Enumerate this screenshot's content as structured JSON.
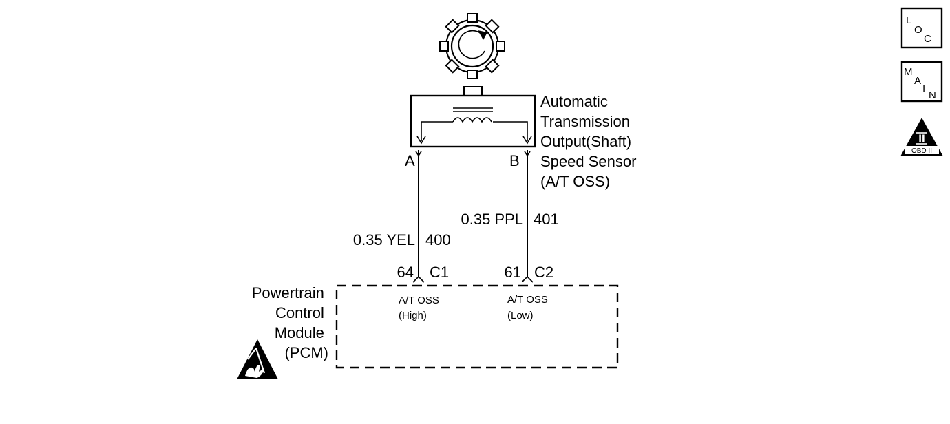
{
  "sensor": {
    "name_lines": [
      "Automatic",
      "Transmission",
      "Output(Shaft)",
      "Speed Sensor",
      "(A/T OSS)"
    ],
    "terminal_a": "A",
    "terminal_b": "B"
  },
  "wires": [
    {
      "gauge_color": "0.35 YEL",
      "circuit": "400",
      "pin": "64",
      "connector": "C1"
    },
    {
      "gauge_color": "0.35 PPL",
      "circuit": "401",
      "pin": "61",
      "connector": "C2"
    }
  ],
  "pcm": {
    "name_lines": [
      "Powertrain",
      "Control",
      "Module",
      "(PCM)"
    ],
    "inputs": [
      {
        "line1": "A/T OSS",
        "line2": "(High)"
      },
      {
        "line1": "A/T OSS",
        "line2": "(Low)"
      }
    ]
  },
  "nav": {
    "loc": [
      "L",
      "O",
      "C"
    ],
    "main": [
      "M",
      "A",
      "I",
      "N"
    ],
    "obd": {
      "numeral": "II",
      "label": "OBD II"
    }
  },
  "icons": {
    "rotor": "toothed-rotor-icon",
    "esd": "esd-warning-icon",
    "obd": "obd-ii-icon"
  }
}
